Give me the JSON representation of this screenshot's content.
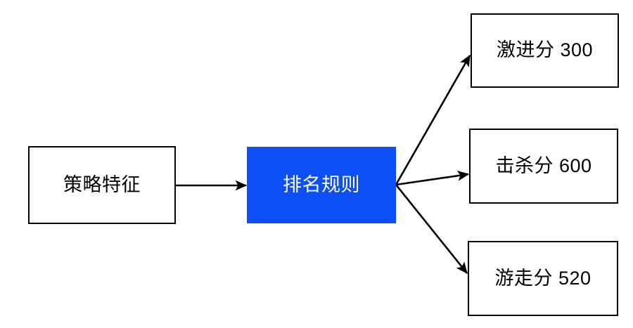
{
  "diagram": {
    "type": "flowchart",
    "background_color": "#ffffff",
    "border_color": "#000000",
    "accent_color": "#0b4ff5",
    "accent_text_color": "#ffffff",
    "nodes": [
      {
        "id": "input",
        "label": "策略特征",
        "shape": "rectangle",
        "fill": "#ffffff",
        "text_color": "#000000"
      },
      {
        "id": "rule",
        "label": "排名规则",
        "shape": "rectangle",
        "fill": "#0b4ff5",
        "text_color": "#ffffff"
      },
      {
        "id": "out0",
        "label": "激进分 300",
        "shape": "rectangle",
        "fill": "#ffffff",
        "text_color": "#000000"
      },
      {
        "id": "out1",
        "label": "击杀分 600",
        "shape": "rectangle",
        "fill": "#ffffff",
        "text_color": "#000000"
      },
      {
        "id": "out2",
        "label": "游走分 520",
        "shape": "rectangle",
        "fill": "#ffffff",
        "text_color": "#000000"
      }
    ],
    "edges": [
      {
        "id": "edge-input-rule",
        "from": "input",
        "to": "rule",
        "style": "solid",
        "arrowhead": "filled-triangle"
      },
      {
        "id": "edge-rule-out0",
        "from": "rule",
        "to": "out0",
        "style": "solid",
        "arrowhead": "filled-triangle"
      },
      {
        "id": "edge-rule-out1",
        "from": "rule",
        "to": "out1",
        "style": "solid",
        "arrowhead": "filled-triangle"
      },
      {
        "id": "edge-rule-out2",
        "from": "rule",
        "to": "out2",
        "style": "solid",
        "arrowhead": "filled-triangle"
      }
    ]
  }
}
